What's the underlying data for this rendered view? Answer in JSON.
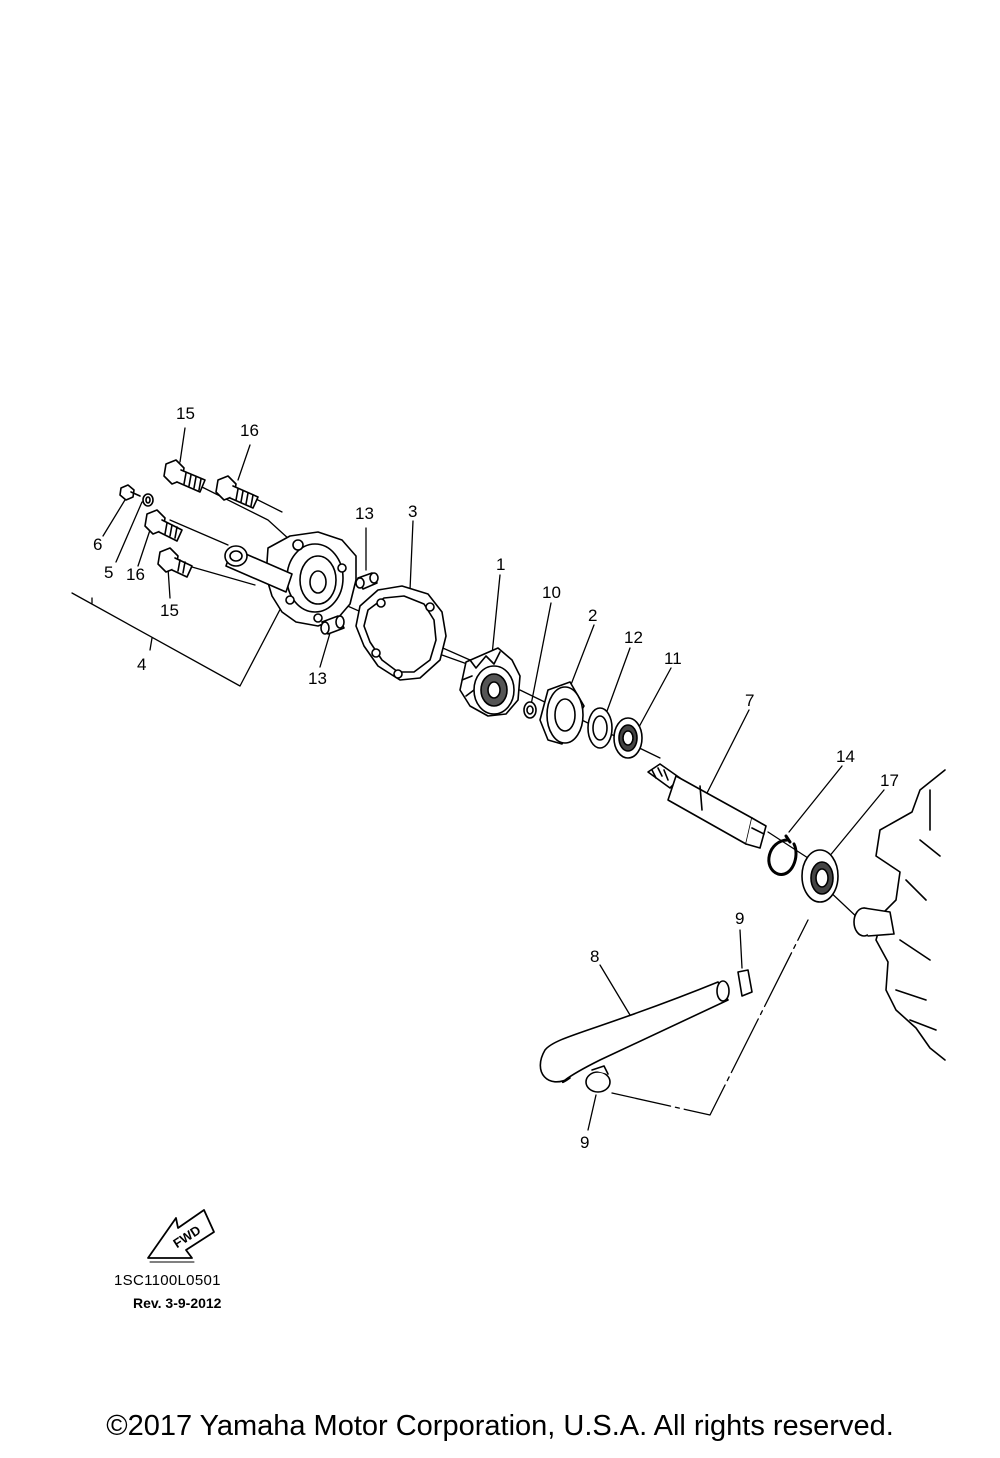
{
  "diagram": {
    "callouts": {
      "c1": "1",
      "c2": "2",
      "c3": "3",
      "c4": "4",
      "c5": "5",
      "c6": "6",
      "c7": "7",
      "c8": "8",
      "c9a": "9",
      "c9b": "9",
      "c10": "10",
      "c11": "11",
      "c12": "12",
      "c13a": "13",
      "c13b": "13",
      "c14": "14",
      "c15a": "15",
      "c15b": "15",
      "c16a": "16",
      "c16b": "16",
      "c17": "17"
    },
    "fwd_label": "FWD",
    "ref_code": "1SC1100L0501",
    "revision": "Rev.  3-9-2012"
  },
  "footer": {
    "copyright": "©2017 Yamaha Motor Corporation, U.S.A. All rights reserved."
  }
}
